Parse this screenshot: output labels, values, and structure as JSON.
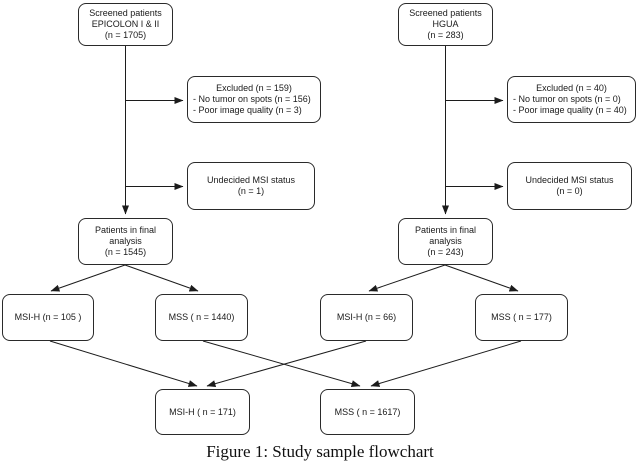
{
  "diagram": {
    "caption": "Figure 1: Study sample flowchart",
    "line_color": "#1c1c1c",
    "box_border_color": "#2a2a2a",
    "nodes": {
      "screened_epicolon": {
        "lines": [
          "Screened patients",
          "EPICOLON I & II",
          "(n = 1705)"
        ]
      },
      "screened_hgua": {
        "lines": [
          "Screened patients",
          "HGUA",
          "(n = 283)"
        ]
      },
      "excluded_epicolon": {
        "title": "Excluded (n = 159)",
        "items": [
          "- No tumor on spots (n = 156)",
          "- Poor image quality (n = 3)"
        ]
      },
      "excluded_hgua": {
        "title": "Excluded (n = 40)",
        "items": [
          "- No tumor on spots (n = 0)",
          "- Poor image quality (n = 40)"
        ]
      },
      "undecided_epicolon": {
        "lines": [
          "Undecided MSI status",
          "(n = 1)"
        ]
      },
      "undecided_hgua": {
        "lines": [
          "Undecided MSI status",
          "(n = 0)"
        ]
      },
      "final_epicolon": {
        "lines": [
          "Patients in final",
          "analysis",
          "(n = 1545)"
        ]
      },
      "final_hgua": {
        "lines": [
          "Patients in final",
          "analysis",
          "(n = 243)"
        ]
      },
      "msih_epicolon": {
        "label": "MSI-H (n = 105 )"
      },
      "mss_epicolon": {
        "label": "MSS ( n = 1440)"
      },
      "msih_hgua": {
        "label": "MSI-H (n = 66)"
      },
      "mss_hgua": {
        "label": "MSS ( n = 177)"
      },
      "msih_total": {
        "label": "MSI-H ( n = 171)"
      },
      "mss_total": {
        "label": "MSS ( n = 1617)"
      }
    },
    "edges": [
      {
        "from": "screened_epicolon",
        "to": "final_epicolon"
      },
      {
        "from": "screened_epicolon",
        "to": "excluded_epicolon"
      },
      {
        "from": "screened_epicolon",
        "to": "undecided_epicolon"
      },
      {
        "from": "screened_hgua",
        "to": "final_hgua"
      },
      {
        "from": "screened_hgua",
        "to": "excluded_hgua"
      },
      {
        "from": "screened_hgua",
        "to": "undecided_hgua"
      },
      {
        "from": "final_epicolon",
        "to": "msih_epicolon"
      },
      {
        "from": "final_epicolon",
        "to": "mss_epicolon"
      },
      {
        "from": "final_hgua",
        "to": "msih_hgua"
      },
      {
        "from": "final_hgua",
        "to": "mss_hgua"
      },
      {
        "from": "msih_epicolon",
        "to": "msih_total"
      },
      {
        "from": "msih_hgua",
        "to": "msih_total"
      },
      {
        "from": "mss_epicolon",
        "to": "mss_total"
      },
      {
        "from": "mss_hgua",
        "to": "mss_total"
      }
    ]
  }
}
